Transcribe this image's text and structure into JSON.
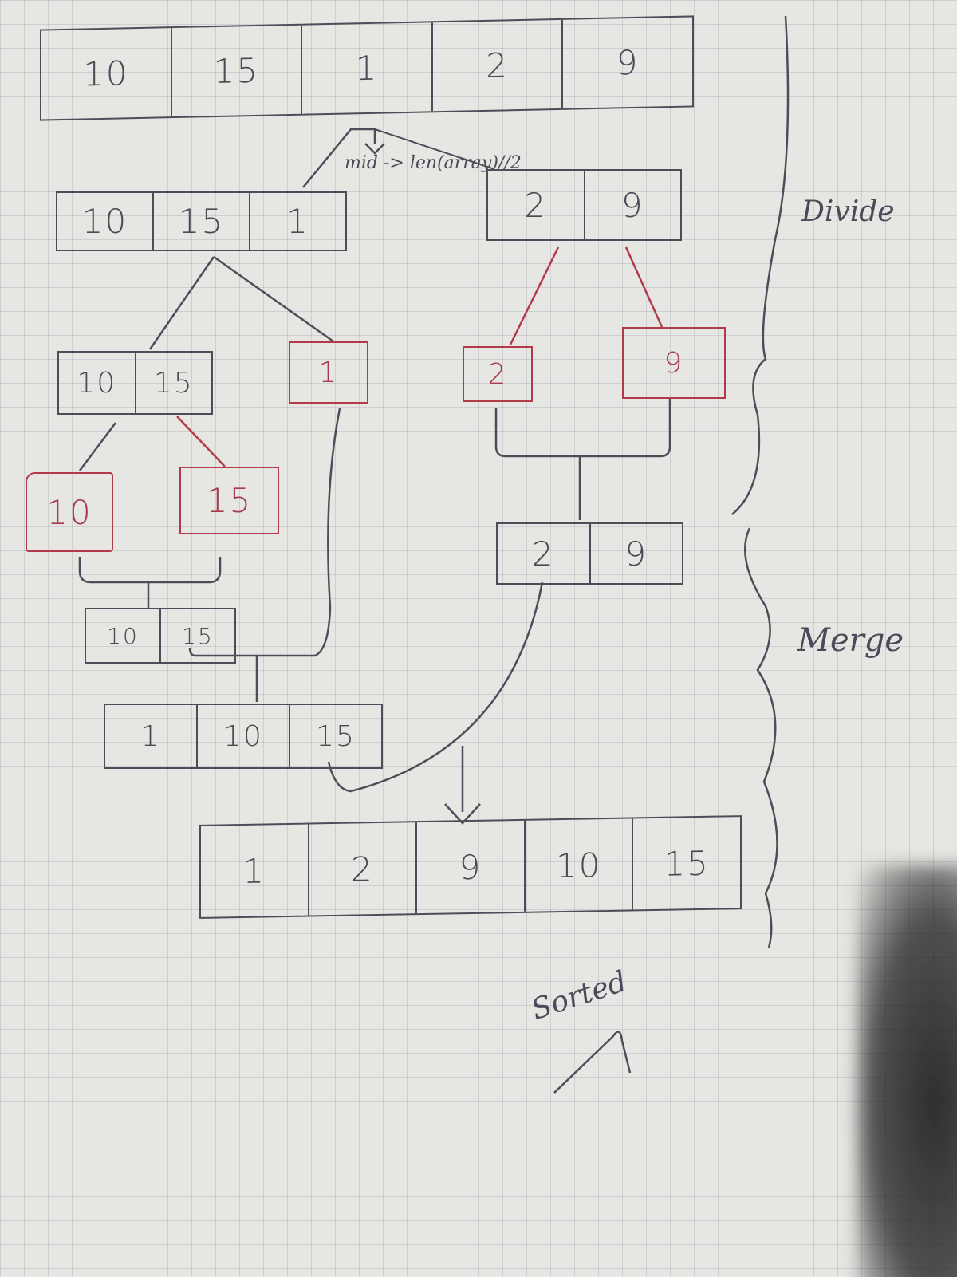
{
  "original_array": [
    "10",
    "15",
    "1",
    "2",
    "9"
  ],
  "mid_annotation": "mid -> len(array)//2",
  "divide_level1": {
    "left": [
      "10",
      "15",
      "1"
    ],
    "right": [
      "2",
      "9"
    ]
  },
  "divide_level2": {
    "left_pair": [
      "10",
      "15"
    ],
    "single_1": [
      "1"
    ],
    "single_2": [
      "2"
    ],
    "single_9": [
      "9"
    ]
  },
  "divide_level3": {
    "single_10": [
      "10"
    ],
    "single_15": [
      "15"
    ]
  },
  "merge_level1": {
    "pair_10_15": [
      "10",
      "15"
    ],
    "pair_2_9": [
      "2",
      "9"
    ]
  },
  "merge_level2": [
    "1",
    "10",
    "15"
  ],
  "sorted_array": [
    "1",
    "2",
    "9",
    "10",
    "15"
  ],
  "labels": {
    "divide": "Divide",
    "merge": "Merge",
    "sorted": "Sorted"
  },
  "colors": {
    "ink": "#4d4d5a",
    "red_ink": "#b23a4a",
    "paper": "#e6e6e3"
  }
}
